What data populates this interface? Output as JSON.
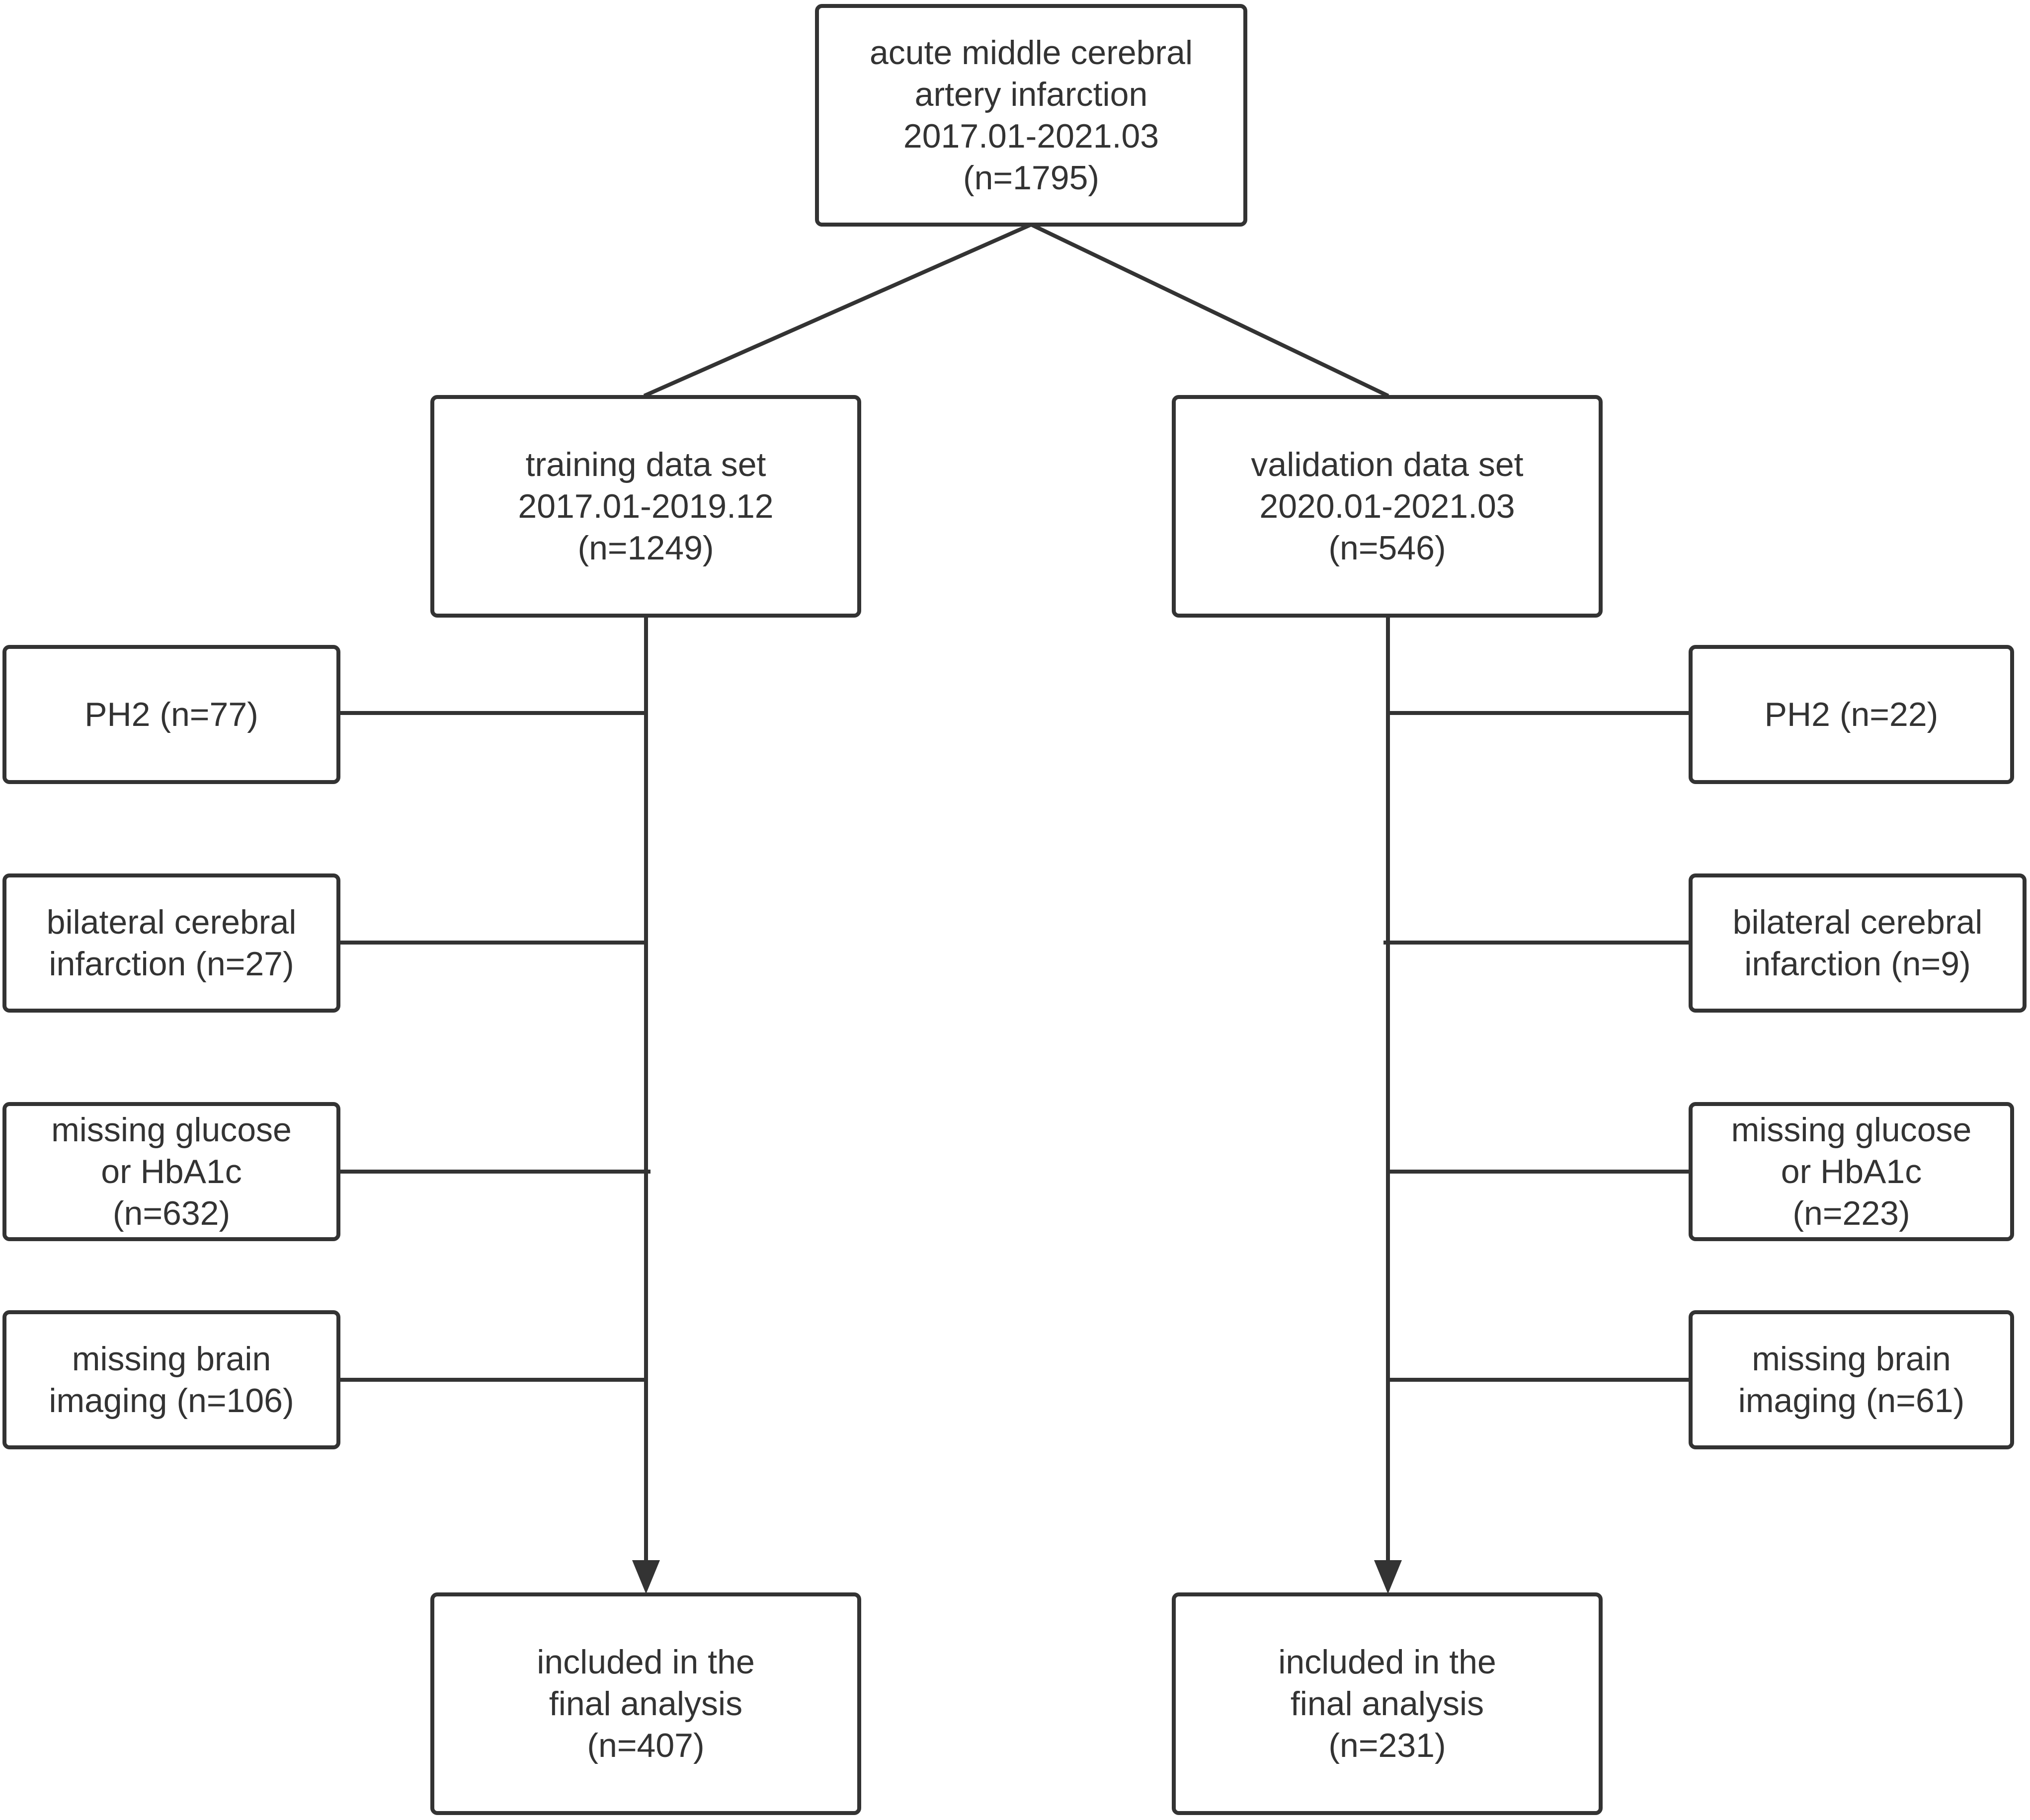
{
  "diagram": {
    "top": {
      "lines": [
        "acute middle cerebral",
        "artery infarction",
        "2017.01-2021.03",
        "(n=1795)"
      ]
    },
    "training": {
      "set": {
        "lines": [
          "training data set",
          "2017.01-2019.12",
          "(n=1249)"
        ]
      },
      "exclusions": [
        {
          "lines": [
            "PH2 (n=77)"
          ]
        },
        {
          "lines": [
            "bilateral cerebral",
            "infarction (n=27)"
          ]
        },
        {
          "lines": [
            "missing glucose",
            "or HbA1c",
            "(n=632)"
          ]
        },
        {
          "lines": [
            "missing brain",
            "imaging (n=106)"
          ]
        }
      ],
      "final": {
        "lines": [
          "included in the",
          "final analysis",
          "(n=407)"
        ]
      }
    },
    "validation": {
      "set": {
        "lines": [
          "validation data set",
          "2020.01-2021.03",
          "(n=546)"
        ]
      },
      "exclusions": [
        {
          "lines": [
            "PH2 (n=22)"
          ]
        },
        {
          "lines": [
            "bilateral cerebral",
            "infarction (n=9)"
          ]
        },
        {
          "lines": [
            "missing glucose",
            "or HbA1c",
            "(n=223)"
          ]
        },
        {
          "lines": [
            "missing brain",
            "imaging (n=61)"
          ]
        }
      ],
      "final": {
        "lines": [
          "included in the",
          "final analysis",
          "(n=231)"
        ]
      }
    },
    "colors": {
      "stroke": "#333333",
      "text": "#333333",
      "background": "#ffffff"
    }
  }
}
